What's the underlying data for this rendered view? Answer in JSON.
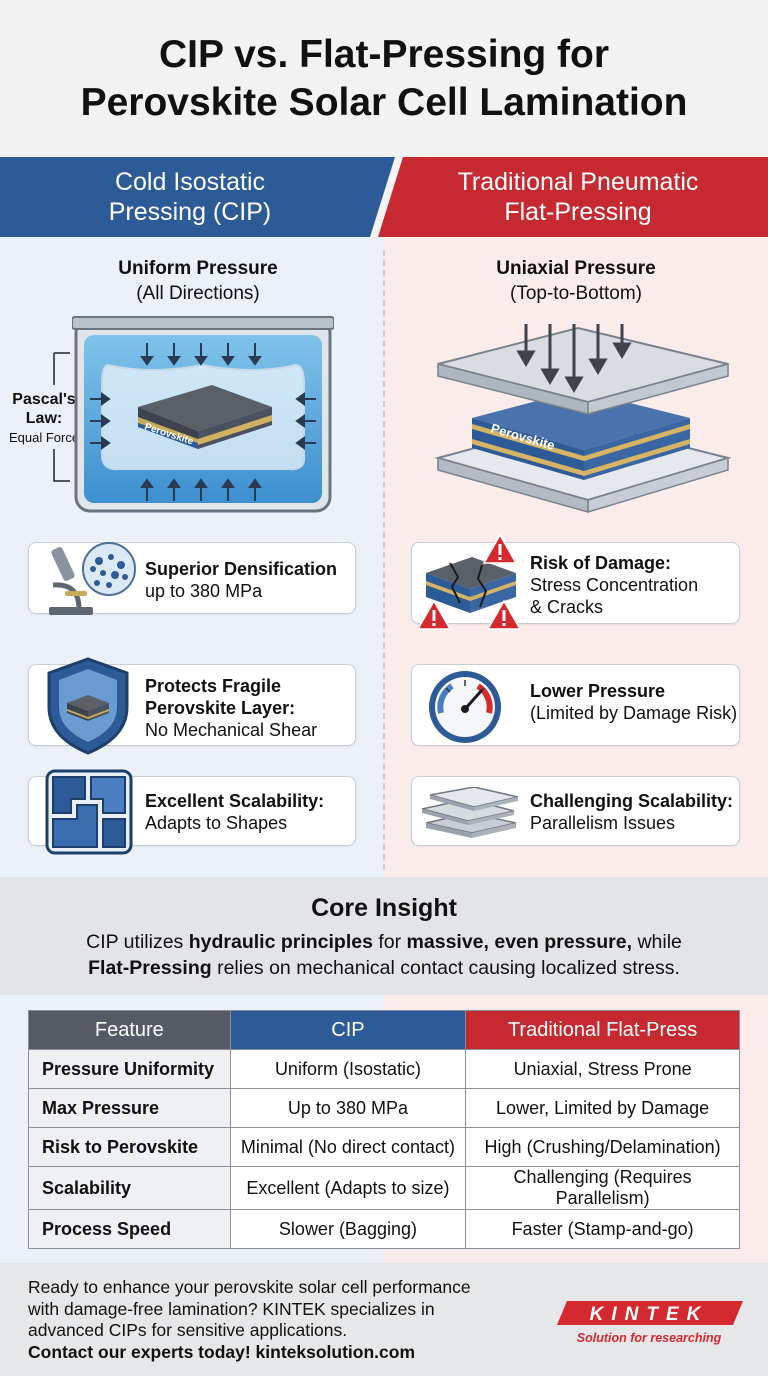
{
  "title": {
    "line1": "CIP vs. Flat-Pressing for",
    "line2": "Perovskite Solar Cell Lamination"
  },
  "colors": {
    "blue": "#2d5b97",
    "red": "#c62a30",
    "blue_bg": "#eaf1f8",
    "red_bg": "#fbecec"
  },
  "left": {
    "band_line1": "Cold Isostatic",
    "band_line2": "Pressing (CIP)",
    "subhead_bold": "Uniform Pressure",
    "subhead_rest": "(All Directions)",
    "pascal_line1": "Pascal's",
    "pascal_line2": "Law:",
    "pascal_line3": "Equal Force",
    "sample_label": "Perovskite",
    "cards": [
      {
        "icon": "microscope-icon",
        "bold": "Superior Densification",
        "rest": "up to 380 MPa"
      },
      {
        "icon": "shield-icon",
        "bold1": "Protects Fragile",
        "bold2": "Perovskite Layer:",
        "rest": "No Mechanical Shear"
      },
      {
        "icon": "puzzle-shapes-icon",
        "bold": "Excellent Scalability:",
        "rest": "Adapts to Shapes"
      }
    ]
  },
  "right": {
    "band_line1": "Traditional Pneumatic",
    "band_line2": "Flat-Pressing",
    "subhead_bold": "Uniaxial Pressure",
    "subhead_rest": "(Top-to-Bottom)",
    "sample_label": "Perovskite",
    "cards": [
      {
        "icon": "cracked-layer-warning-icon",
        "bold": "Risk of Damage:",
        "rest1": "Stress Concentration",
        "rest2": "& Cracks"
      },
      {
        "icon": "pressure-gauge-icon",
        "bold": "Lower Pressure",
        "rest": "(Limited by Damage Risk)"
      },
      {
        "icon": "stacked-plates-icon",
        "bold": "Challenging Scalability:",
        "rest": "Parallelism Issues"
      }
    ]
  },
  "insight": {
    "heading": "Core Insight",
    "l1_a": "CIP utilizes ",
    "l1_b": "hydraulic principles",
    "l1_c": " for ",
    "l1_d": "massive, even pressure,",
    "l1_e": " while",
    "l2_a": "Flat-Pressing",
    "l2_b": " relies on mechanical contact causing localized stress."
  },
  "table": {
    "headers": [
      "Feature",
      "CIP",
      "Traditional Flat-Press"
    ],
    "rows": [
      [
        "Pressure Uniformity",
        "Uniform (Isostatic)",
        "Uniaxial, Stress Prone"
      ],
      [
        "Max Pressure",
        "Up to 380 MPa",
        "Lower, Limited by Damage"
      ],
      [
        "Risk to Perovskite",
        "Minimal (No direct contact)",
        "High (Crushing/Delamination)"
      ],
      [
        "Scalability",
        "Excellent (Adapts to size)",
        "Challenging (Requires Parallelism)"
      ],
      [
        "Process Speed",
        "Slower (Bagging)",
        "Faster (Stamp-and-go)"
      ]
    ]
  },
  "footer": {
    "line1": "Ready to enhance your perovskite solar cell performance",
    "line2": "with damage-free lamination? KINTEK specializes in",
    "line3": "advanced CIPs for sensitive applications.",
    "line4": "Contact our experts today! kinteksolution.com",
    "logo_name": "KINTEK",
    "logo_tagline": "Solution for researching"
  }
}
